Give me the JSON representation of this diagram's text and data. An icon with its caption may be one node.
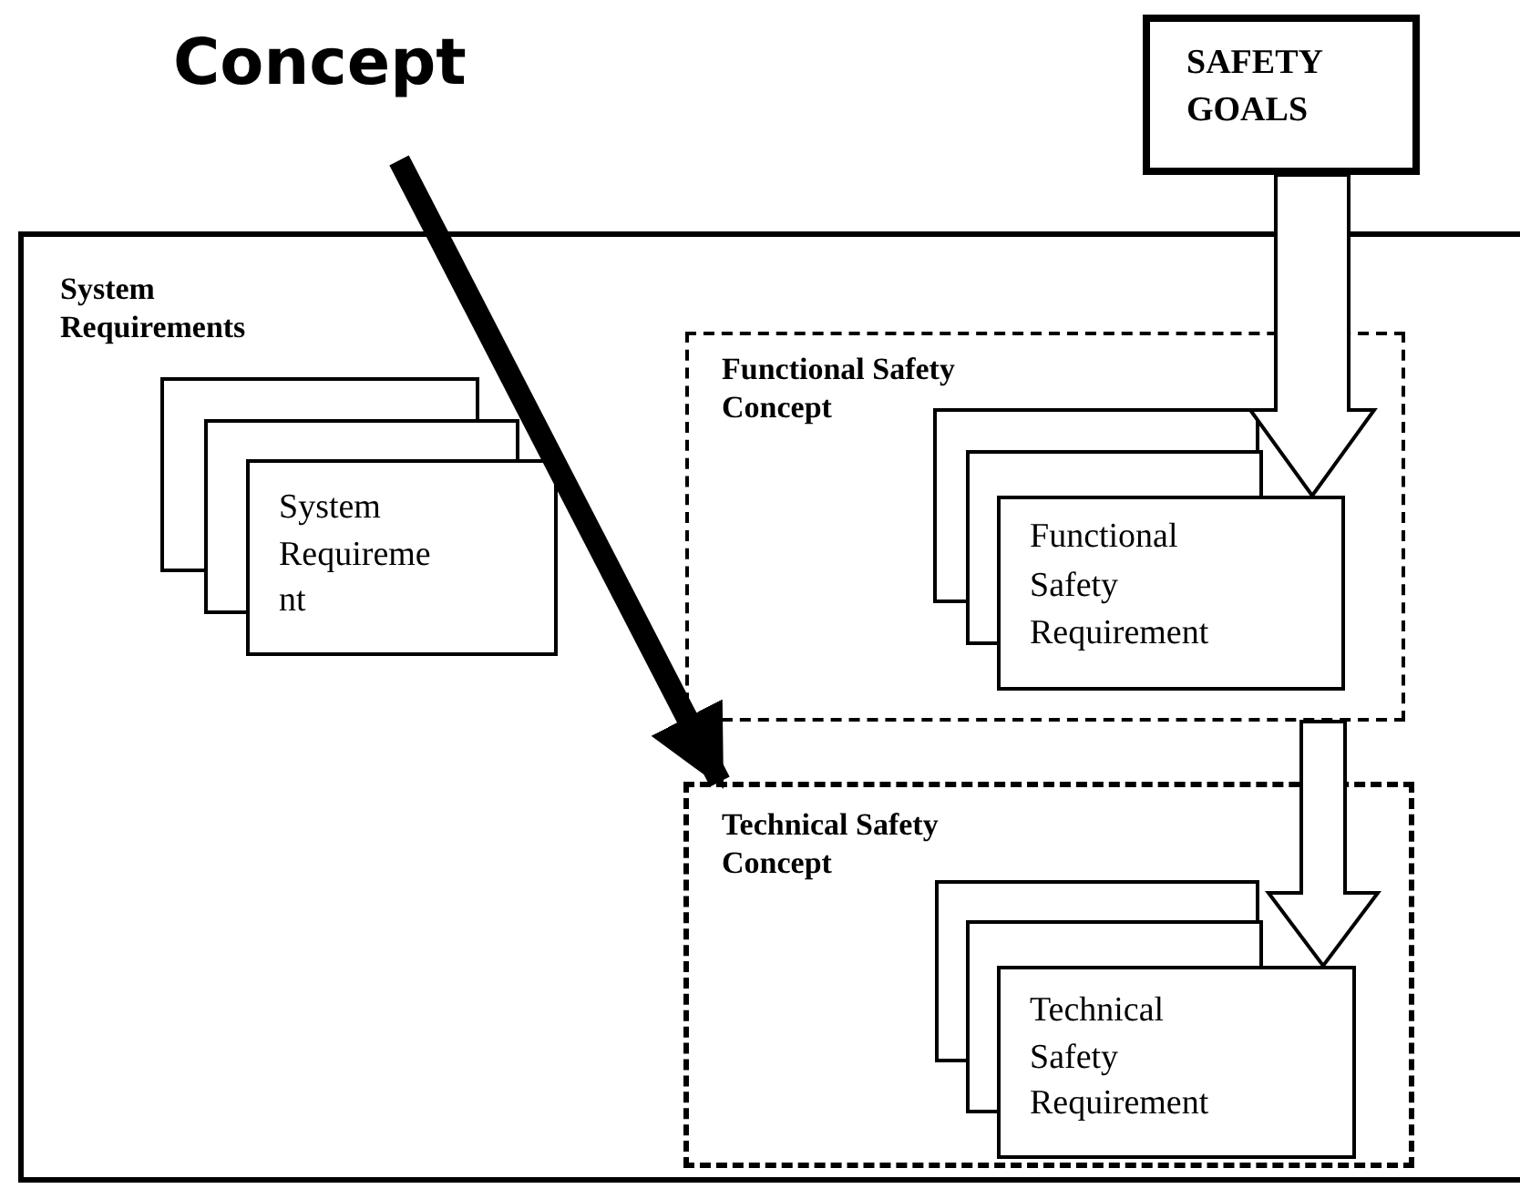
{
  "diagram": {
    "nodes": [
      {
        "text": [
          "Concept"
        ]
      },
      {
        "text": [
          "SAFETY GOALS"
        ]
      },
      {
        "text": [
          "System Requirements"
        ]
      },
      {
        "text": [
          "System Requirement"
        ],
        "in": 2
      },
      {
        "text": [
          "Functional Safety Concept"
        ],
        "in": 2
      },
      {
        "text": [
          "Functional Safety Requirement"
        ],
        "in": 4
      },
      {
        "text": [
          "Technical Safety Concept"
        ],
        "in": 2
      },
      {
        "text": [
          "Technical Safety Requirement"
        ],
        "in": 6
      }
    ],
    "edges": [
      {
        "from": 0,
        "to": 6,
        "arrow": "to"
      },
      {
        "from": 1,
        "to": 5,
        "arrow": "to"
      },
      {
        "from": 4,
        "to": 7,
        "arrow": "to"
      }
    ]
  }
}
